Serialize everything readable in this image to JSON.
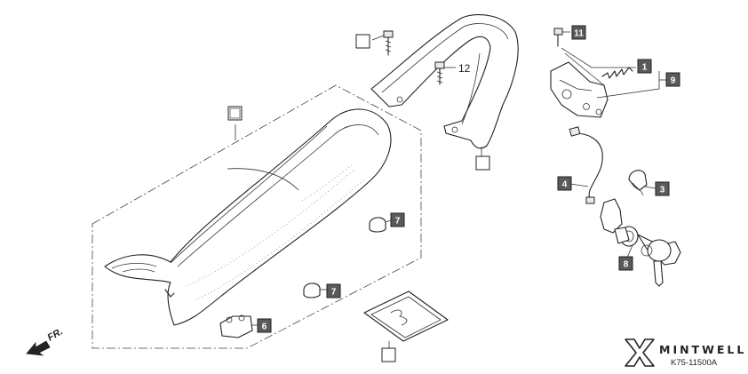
{
  "labels": {
    "bolt_rear": "12",
    "latch_bolt": "11",
    "cable_end": "1",
    "latch": "9",
    "cable": "4",
    "clip": "3",
    "key_cylinder": "8",
    "collar_upper": "7",
    "collar_lower": "7",
    "damper": "6"
  },
  "direction": "FR.",
  "logo": {
    "brand": "MINTWELL",
    "code": "K75-11500A"
  },
  "colors": {
    "callout_fill": "#5a5a5a",
    "line": "#222222"
  }
}
